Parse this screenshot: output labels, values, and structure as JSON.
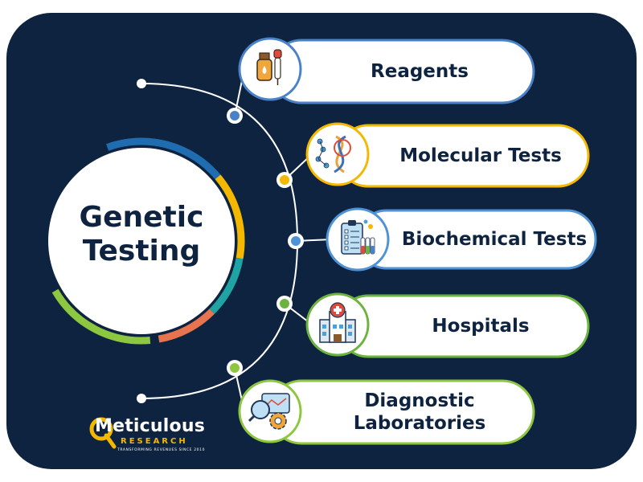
{
  "hub": {
    "line1": "Genetic",
    "line2": "Testing"
  },
  "items": [
    {
      "label_lines": [
        "Reagents"
      ],
      "color": "#4a82c8",
      "icon": "reagents-icon"
    },
    {
      "label_lines": [
        "Molecular Tests"
      ],
      "color": "#f5b800",
      "icon": "dna-icon"
    },
    {
      "label_lines": [
        "Biochemical Tests"
      ],
      "color": "#4f92d6",
      "icon": "clipboard-test-tubes-icon"
    },
    {
      "label_lines": [
        "Hospitals"
      ],
      "color": "#6db33f",
      "icon": "hospital-icon"
    },
    {
      "label_lines": [
        "Diagnostic",
        "Laboratories"
      ],
      "color": "#8dc63f",
      "icon": "lab-analysis-icon"
    }
  ],
  "ring_colors": [
    "#1f6db0",
    "#f5b800",
    "#1fa3a3",
    "#e8744f",
    "#8dc63f"
  ],
  "logo": {
    "word": "Meticulous",
    "sub": "RESEARCH",
    "tagline": "TRANSFORMING REVENUES SINCE 2010",
    "colors": {
      "accent": "#f5b800",
      "text": "#ffffff"
    }
  },
  "colors": {
    "background": "#0e2340",
    "label_text": "#0e2340",
    "connector": "#ffffff"
  }
}
